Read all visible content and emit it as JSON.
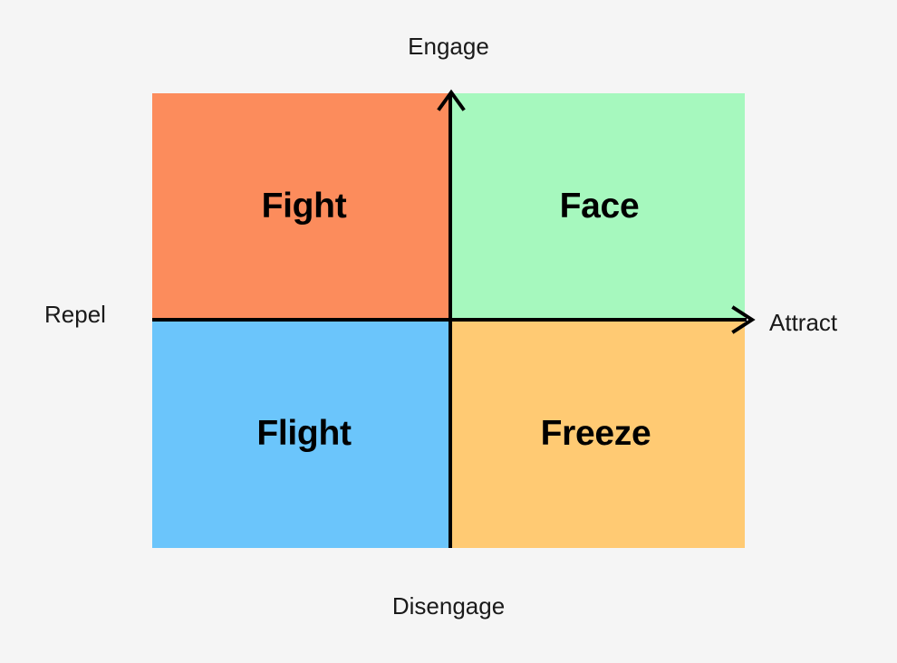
{
  "diagram": {
    "title_visible": false,
    "background_color": "#f5f5f5",
    "axes": {
      "vertical": {
        "top_label": "Engage",
        "bottom_label": "Disengage",
        "arrow_direction": "up"
      },
      "horizontal": {
        "left_label": "Repel",
        "right_label": "Attract",
        "arrow_direction": "right"
      },
      "line_color": "#000000"
    },
    "quadrants": [
      {
        "id": "top-left",
        "label": "Fight",
        "color": "#fc8c5c",
        "x_axis": "Repel",
        "y_axis": "Engage"
      },
      {
        "id": "top-right",
        "label": "Face",
        "color": "#a6f8be",
        "x_axis": "Attract",
        "y_axis": "Engage"
      },
      {
        "id": "bottom-left",
        "label": "Flight",
        "color": "#6bc5fb",
        "x_axis": "Repel",
        "y_axis": "Disengage"
      },
      {
        "id": "bottom-right",
        "label": "Freeze",
        "color": "#ffca73",
        "x_axis": "Attract",
        "y_axis": "Disengage"
      }
    ]
  }
}
